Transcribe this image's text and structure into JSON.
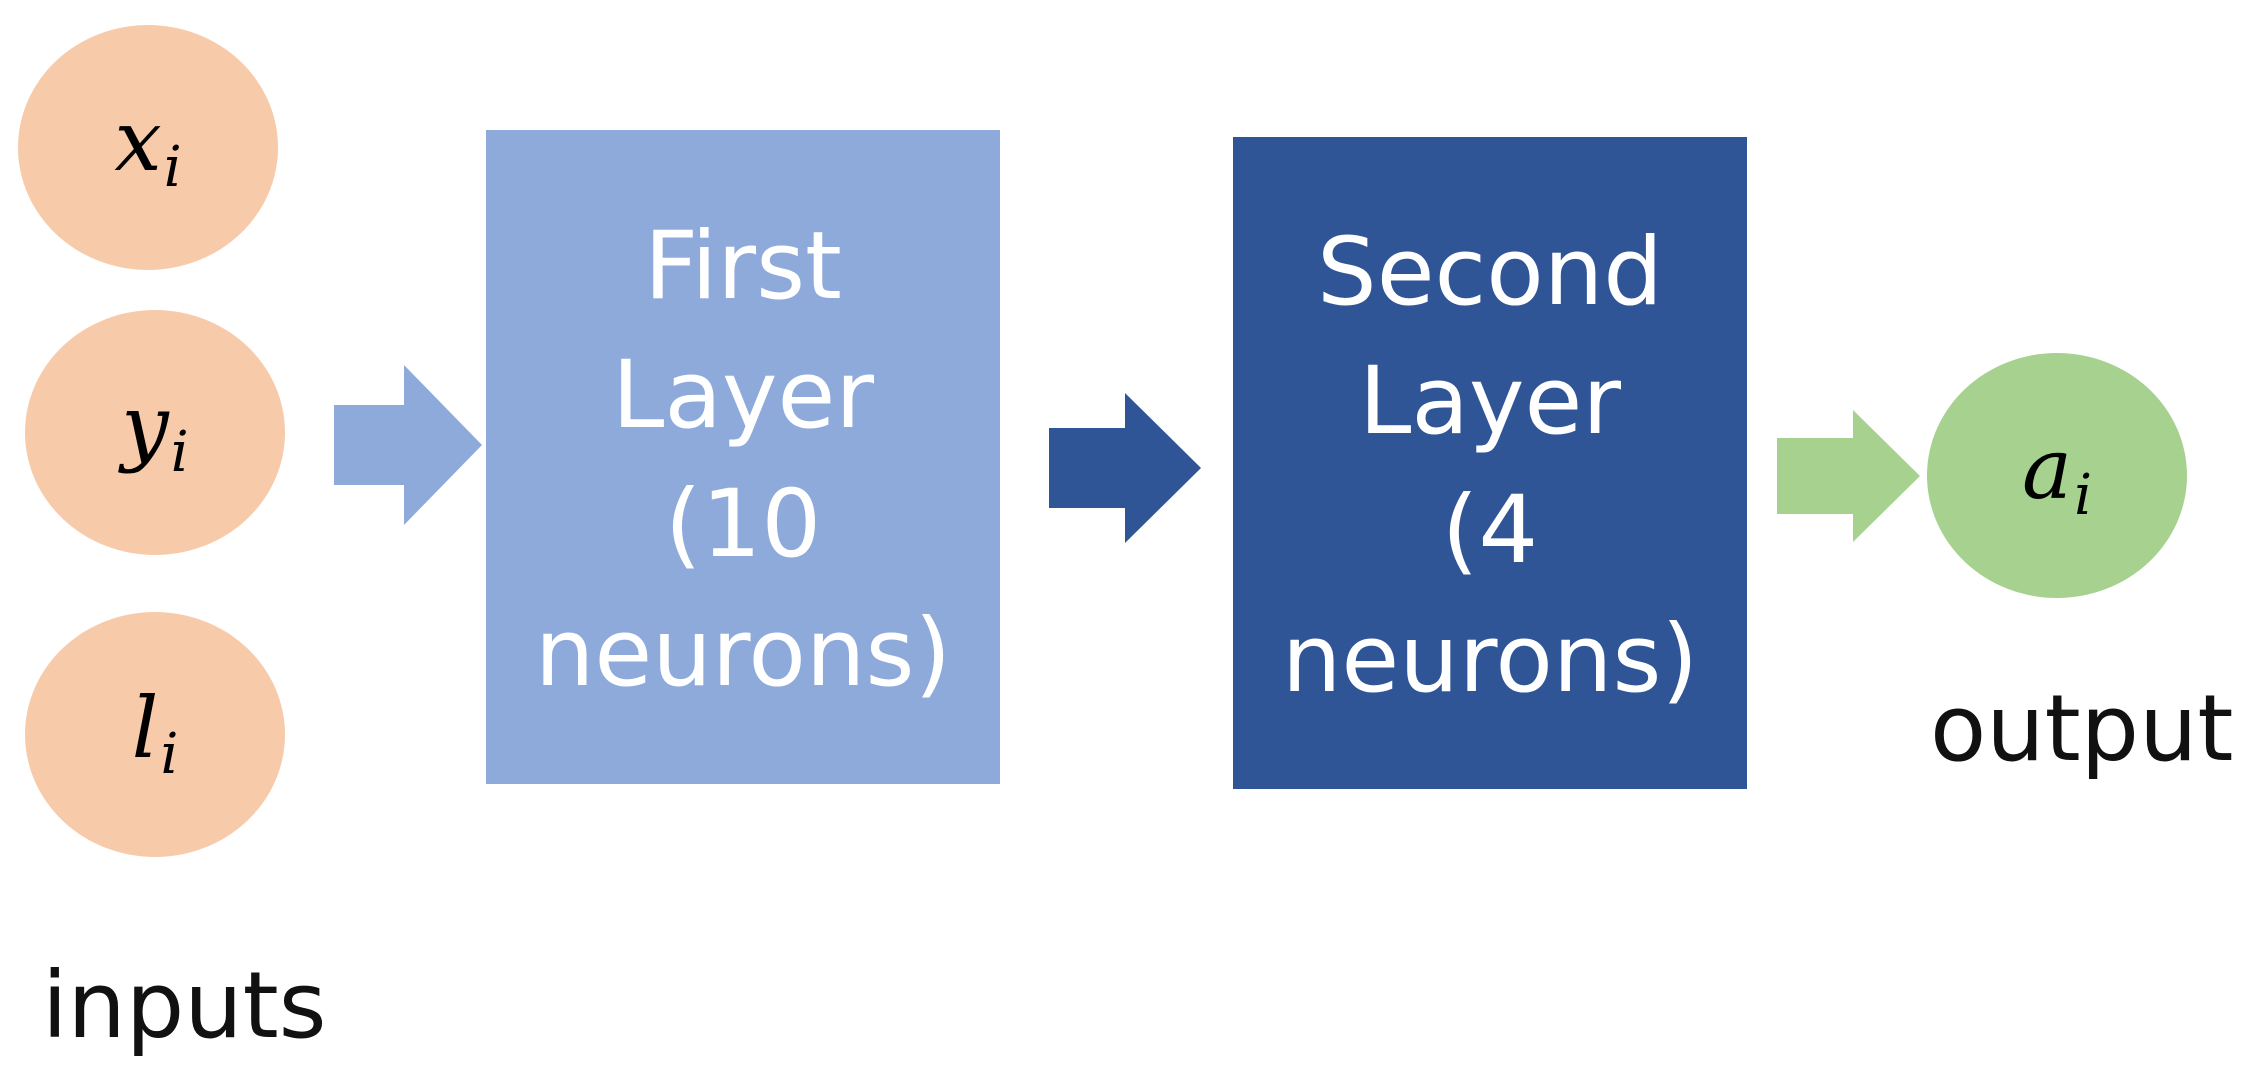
{
  "colors": {
    "input_node": "#f7caa9",
    "output_node": "#a7d18e",
    "first_layer": "#8eaadb",
    "second_layer": "#2f5597",
    "arrow_1": "#8eaadb",
    "arrow_2": "#2f5597",
    "arrow_3": "#a7d18e"
  },
  "inputs": {
    "nodes": [
      {
        "var": "x",
        "sub": "i"
      },
      {
        "var": "y",
        "sub": "i"
      },
      {
        "var": "l",
        "sub": "i"
      }
    ],
    "label": "inputs"
  },
  "first_layer": {
    "text": "First\nLayer\n(10\nneurons)"
  },
  "second_layer": {
    "text": "Second\nLayer\n(4\nneurons)"
  },
  "output": {
    "node": {
      "var": "a",
      "sub": "i"
    },
    "label": "output"
  }
}
